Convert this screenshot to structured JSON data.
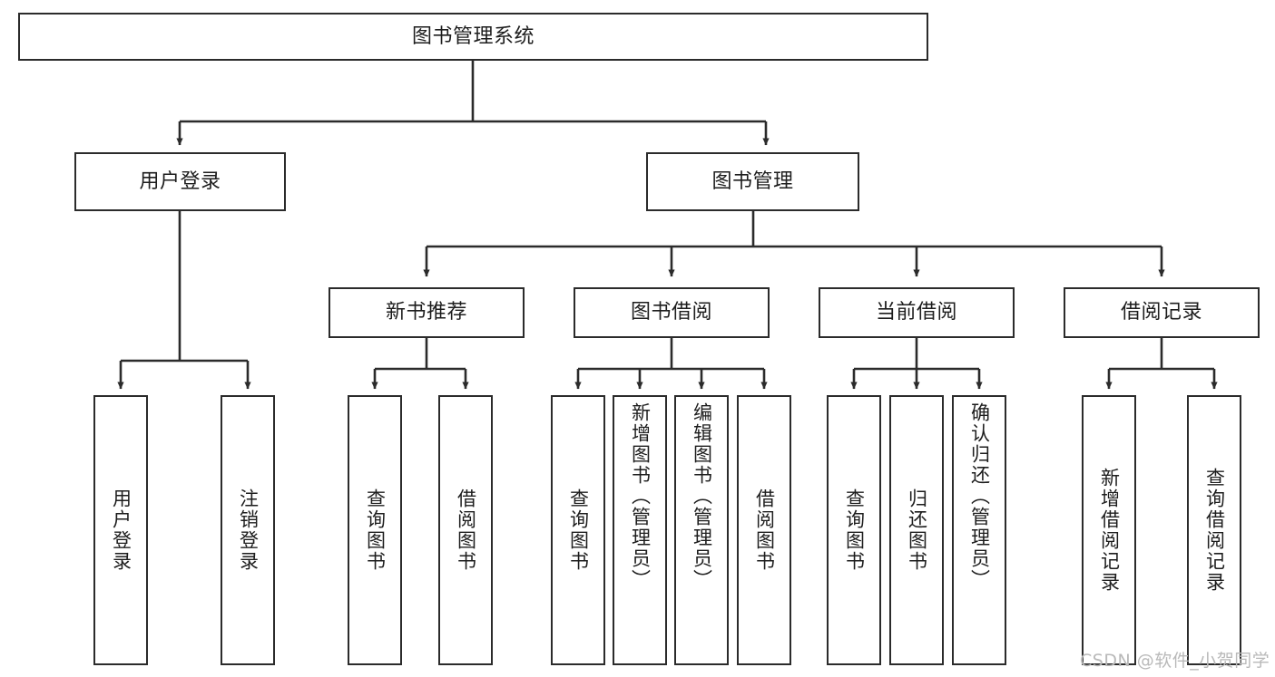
{
  "diagram": {
    "type": "tree-hierarchy",
    "title": "图书管理系统",
    "style": {
      "box_border_color": "#2b2b2b",
      "box_fill_color": "#ffffff",
      "edge_color": "#2b2b2b",
      "text_color": "#1d1d1d",
      "background": "#ffffff"
    },
    "root": {
      "label": "图书管理系统"
    },
    "level2": [
      {
        "label": "用户登录"
      },
      {
        "label": "图书管理"
      }
    ],
    "level3": [
      {
        "label": "新书推荐"
      },
      {
        "label": "图书借阅"
      },
      {
        "label": "当前借阅"
      },
      {
        "label": "借阅记录"
      }
    ],
    "leaves": {
      "user_login": [
        {
          "label": "用户登录"
        },
        {
          "label": "注销登录"
        }
      ],
      "new_book_recommend": [
        {
          "label": "查询图书"
        },
        {
          "label": "借阅图书"
        }
      ],
      "book_borrow": [
        {
          "label": "查询图书"
        },
        {
          "label": "新增图书（管理员）"
        },
        {
          "label": "编辑图书（管理员）"
        },
        {
          "label": "借阅图书"
        }
      ],
      "current_borrow": [
        {
          "label": "查询图书"
        },
        {
          "label": "归还图书"
        },
        {
          "label": "确认归还（管理员）"
        }
      ],
      "borrow_record": [
        {
          "label": "新增借阅记录"
        },
        {
          "label": "查询借阅记录"
        }
      ]
    }
  },
  "watermark": {
    "text": "CSDN @软件_小贺同学"
  }
}
